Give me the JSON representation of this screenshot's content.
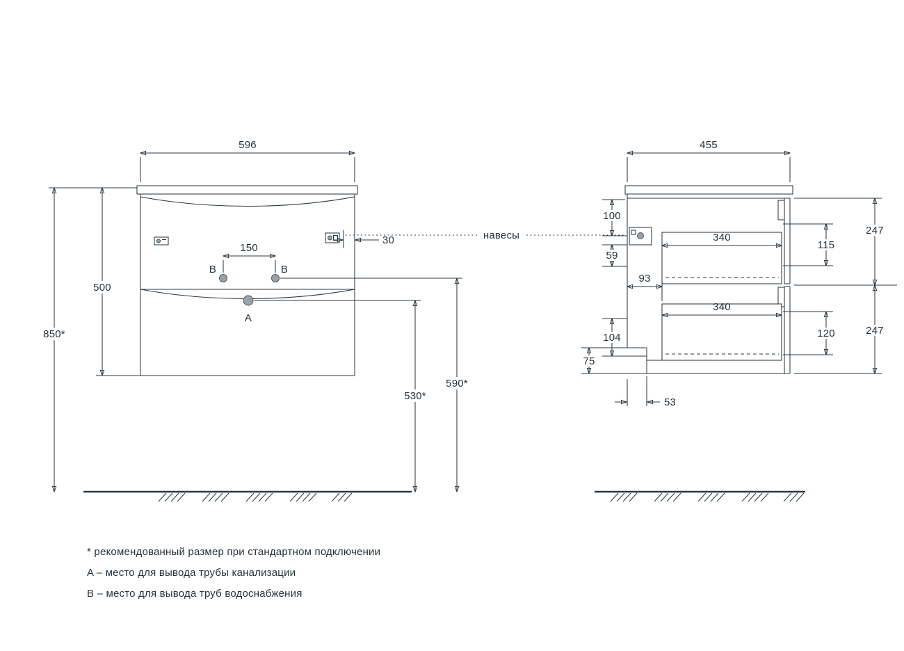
{
  "colors": {
    "ink": "#2b3940",
    "dot_fill": "#9aa3a8"
  },
  "callout": {
    "hangers": "навесы"
  },
  "front_view": {
    "dim_width": "596",
    "dim_height": "500",
    "dim_mount_height": "850*",
    "dim_pipe_spacing": "150",
    "dim_bracket_offset": "30",
    "dim_drain_height": "530*",
    "dim_supply_height": "590*",
    "label_drain": "A",
    "label_supply_left": "B",
    "label_supply_right": "B"
  },
  "side_view": {
    "dim_depth": "455",
    "dim_top_clearance": "100",
    "dim_bracket_height": "59",
    "dim_wall_gap": "93",
    "dim_bottom_clearance": "104",
    "dim_recess_height": "75",
    "dim_recess_width": "53",
    "dim_drawer_depth_top": "340",
    "dim_drawer_depth_bottom": "340",
    "dim_drawer_side_top": "115",
    "dim_drawer_side_bottom": "120",
    "dim_front_height_top": "247",
    "dim_front_height_bottom": "247"
  },
  "notes": {
    "asterisk": "* рекомендованный размер при стандартном подключении",
    "point_a": "A – место для вывода трубы канализации",
    "point_b": "B – место для вывода труб водоснабжения"
  }
}
